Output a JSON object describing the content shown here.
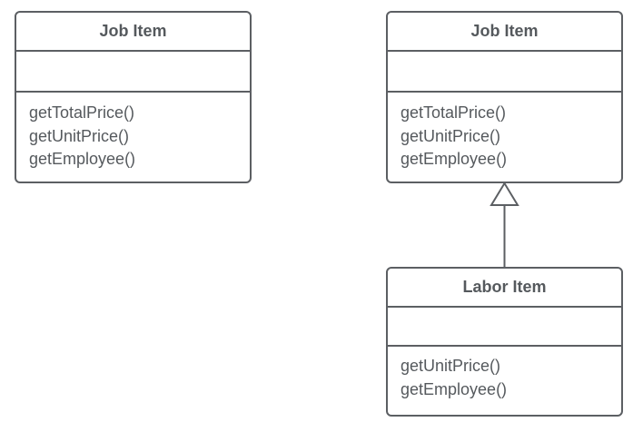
{
  "diagram": {
    "classes": [
      {
        "id": "class-left",
        "name": "Job Item",
        "attributes": [],
        "methods": [
          "getTotalPrice()",
          "getUnitPrice()",
          "getEmployee()"
        ]
      },
      {
        "id": "class-right",
        "name": "Job Item",
        "attributes": [],
        "methods": [
          "getTotalPrice()",
          "getUnitPrice()",
          "getEmployee()"
        ]
      },
      {
        "id": "class-labor",
        "name": "Labor Item",
        "attributes": [],
        "methods": [
          "getUnitPrice()",
          "getEmployee()"
        ]
      }
    ],
    "relationships": [
      {
        "type": "inheritance",
        "from": "Labor Item",
        "to": "Job Item"
      }
    ],
    "colors": {
      "stroke": "#5c5f63",
      "text": "#55595d",
      "background": "#ffffff"
    }
  }
}
